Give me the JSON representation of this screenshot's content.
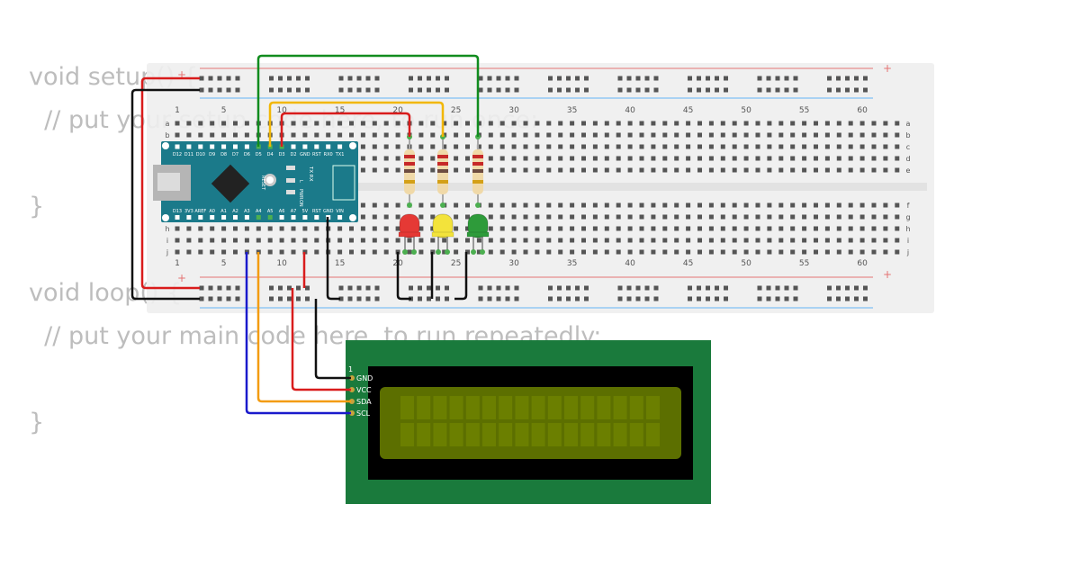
{
  "code": {
    "lines": [
      "void setup() {",
      "  // put your setup code here, to run once:",
      "",
      "}",
      "",
      "void loop() {",
      "  // put your main code here, to run repeatedly:",
      "",
      "}"
    ]
  },
  "breadboard": {
    "column_numbers": [
      "1",
      "5",
      "10",
      "15",
      "20",
      "25",
      "30",
      "35",
      "40",
      "45",
      "50",
      "55",
      "60"
    ],
    "row_letters_top": [
      "a",
      "b",
      "c",
      "d",
      "e"
    ],
    "row_letters_bottom": [
      "f",
      "g",
      "h",
      "i",
      "j"
    ],
    "rail_plus": "+",
    "rail_minus": "-"
  },
  "arduino": {
    "top_pins": [
      "D12",
      "D11",
      "D10",
      "D9",
      "D8",
      "D7",
      "D6",
      "D5",
      "D4",
      "D3",
      "D2",
      "GND",
      "RST",
      "RX0",
      "TX1"
    ],
    "bottom_pins": [
      "D13",
      "3V3",
      "AREF",
      "A0",
      "A1",
      "A2",
      "A3",
      "A4",
      "A5",
      "A6",
      "A7",
      "5V",
      "RST",
      "GND",
      "VIN"
    ],
    "labels": [
      "TX RX",
      "RESET",
      "L",
      "PWR",
      "ON"
    ]
  },
  "lcd": {
    "pins": [
      "GND",
      "VCC",
      "SDA",
      "SCL"
    ],
    "pin1_marker": "1",
    "columns": 16,
    "rows": 2
  },
  "leds": [
    {
      "color": "red",
      "hex": "#e53935"
    },
    {
      "color": "yellow",
      "hex": "#f3e33b"
    },
    {
      "color": "green",
      "hex": "#2e9b3a"
    }
  ],
  "wire_colors": {
    "green": "#118c1e",
    "yellow": "#f2b705",
    "red": "#d91c1c",
    "black": "#111111",
    "blue": "#1a1acc",
    "orange": "#f39c12"
  }
}
